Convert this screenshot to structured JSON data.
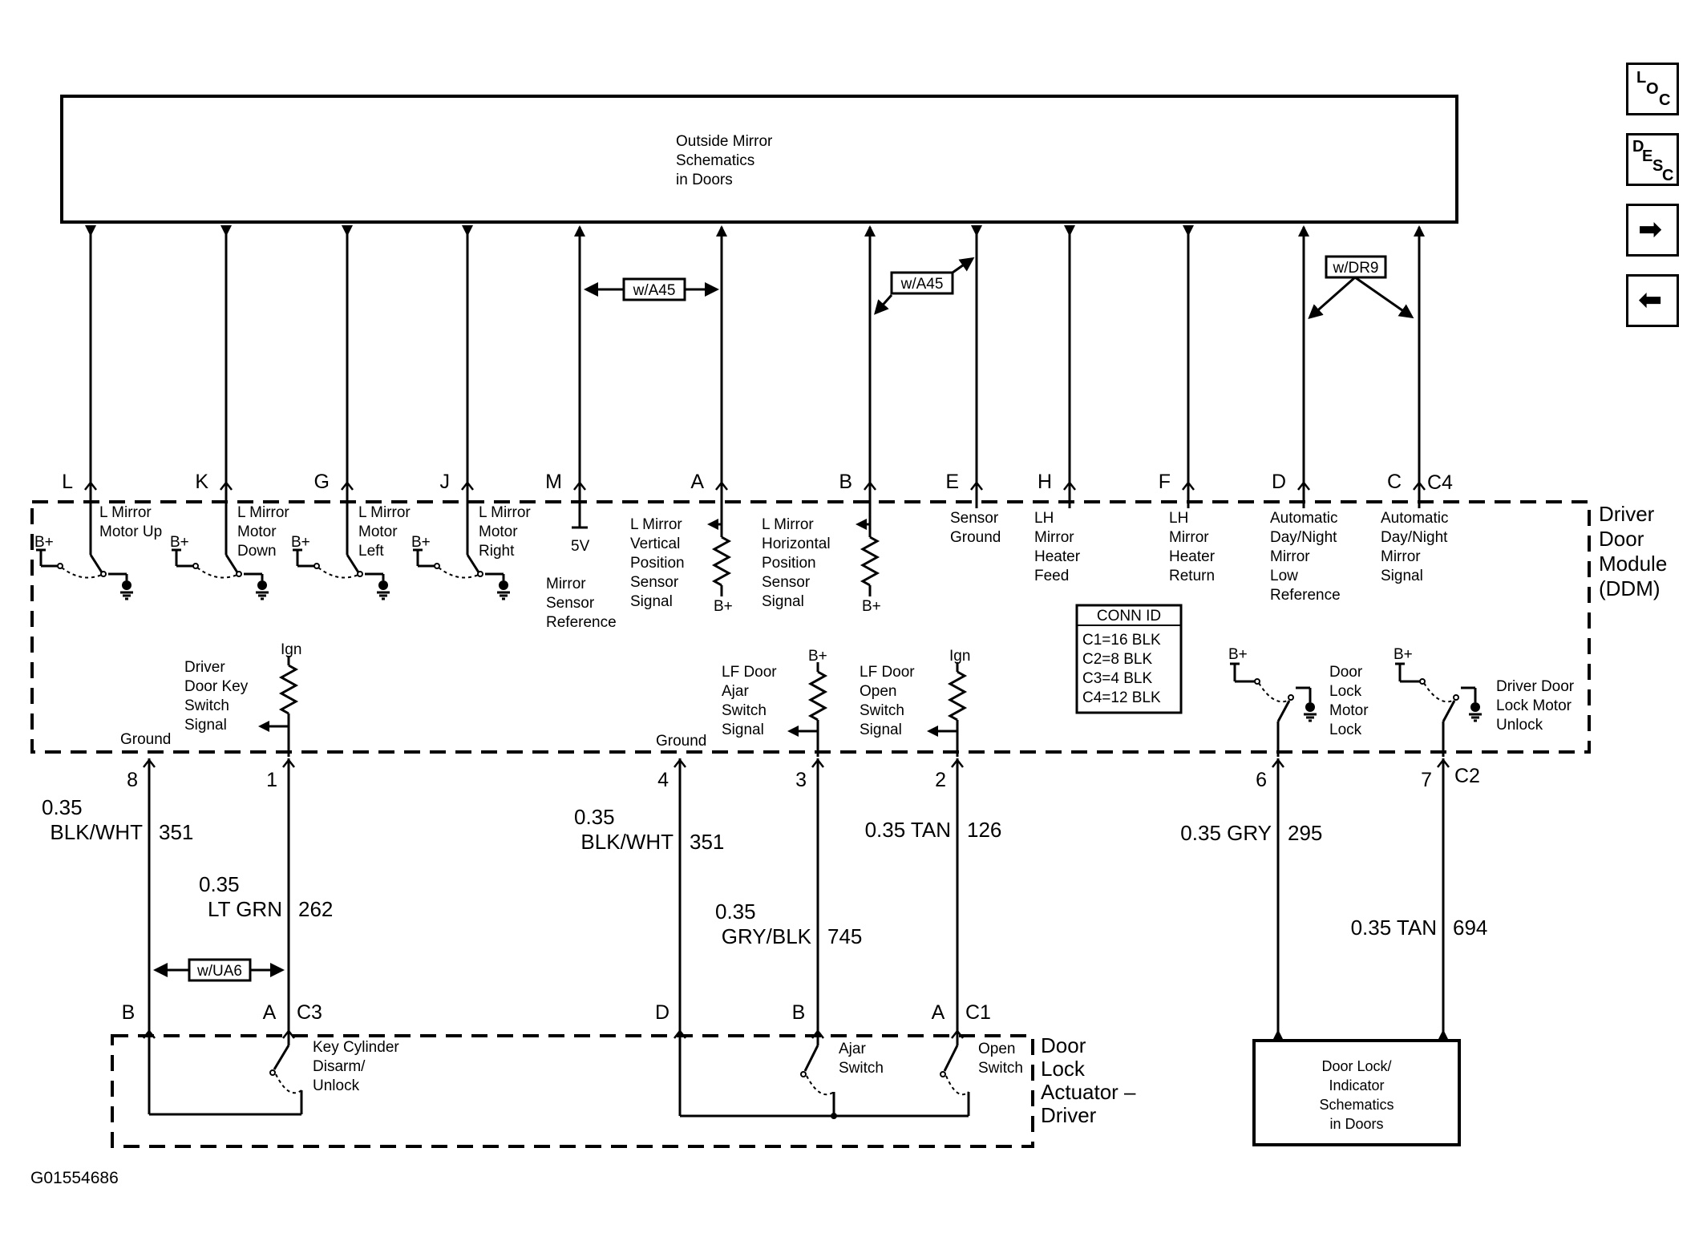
{
  "figure_id": "G01554686",
  "mirror_box": {
    "lines": [
      "Outside Mirror",
      "Schematics",
      "in Doors"
    ]
  },
  "top_pins": [
    {
      "letter": "L",
      "label": [
        "L Mirror",
        "Motor Up"
      ]
    },
    {
      "letter": "K",
      "label": [
        "L Mirror",
        "Motor",
        "Down"
      ]
    },
    {
      "letter": "G",
      "label": [
        "L Mirror",
        "Motor",
        "Left"
      ]
    },
    {
      "letter": "J",
      "label": [
        "L Mirror",
        "Motor",
        "Right"
      ]
    },
    {
      "letter": "M",
      "label": [
        "Mirror",
        "Sensor",
        "Reference"
      ]
    },
    {
      "letter": "A",
      "label": [
        "L Mirror",
        "Vertical",
        "Position",
        "Sensor",
        "Signal"
      ]
    },
    {
      "letter": "B",
      "label": [
        "L Mirror",
        "Horizontal",
        "Position",
        "Sensor",
        "Signal"
      ]
    },
    {
      "letter": "E",
      "label": [
        "Sensor",
        "Ground"
      ]
    },
    {
      "letter": "H",
      "label": [
        "LH",
        "Mirror",
        "Heater",
        "Feed"
      ]
    },
    {
      "letter": "F",
      "label": [
        "LH",
        "Mirror",
        "Heater",
        "Return"
      ]
    },
    {
      "letter": "D",
      "label": [
        "Automatic",
        "Day/Night",
        "Mirror",
        "Low",
        "Reference"
      ]
    },
    {
      "letter": "C",
      "label": [
        "Automatic",
        "Day/Night",
        "Mirror",
        "Signal"
      ]
    }
  ],
  "top_connector": "C4",
  "option_tags": {
    "a45": "w/A45",
    "dr9": "w/DR9",
    "ua6": "w/UA6"
  },
  "supply": {
    "bplus": "B+",
    "ign": "Ign",
    "five_v": "5V",
    "ground": "Ground"
  },
  "module_name": [
    "Driver",
    "Door",
    "Module",
    "(DDM)"
  ],
  "conn_id": {
    "title": "CONN ID",
    "rows": [
      "C1=16 BLK",
      "C2=8 BLK",
      "C3=4 BLK",
      "C4=12 BLK"
    ]
  },
  "ddm_labels": {
    "key_switch": [
      "Driver",
      "Door Key",
      "Switch",
      "Signal"
    ],
    "ajar_signal": [
      "LF Door",
      "Ajar",
      "Switch",
      "Signal"
    ],
    "open_signal": [
      "LF Door",
      "Open",
      "Switch",
      "Signal"
    ],
    "lock_motor": [
      "Door",
      "Lock",
      "Motor",
      "Lock"
    ],
    "unlock_motor": [
      "Driver Door",
      "Lock Motor",
      "Unlock"
    ]
  },
  "bottom_pins": [
    {
      "num": "8",
      "gauge": "0.35",
      "color": "BLK/WHT",
      "circuit": "351"
    },
    {
      "num": "1",
      "gauge": "0.35",
      "color": "LT GRN",
      "circuit": "262"
    },
    {
      "num": "4",
      "gauge": "0.35",
      "color": "BLK/WHT",
      "circuit": "351"
    },
    {
      "num": "3",
      "gauge": "0.35",
      "color": "GRY/BLK",
      "circuit": "745"
    },
    {
      "num": "2",
      "wire": "0.35 TAN",
      "circuit": "126"
    },
    {
      "num": "6",
      "wire": "0.35 GRY",
      "circuit": "295"
    },
    {
      "num": "7",
      "wire": "0.35 TAN",
      "circuit": "694"
    }
  ],
  "bottom_connectors": {
    "c2": "C2",
    "c3": "C3",
    "c1": "C1"
  },
  "actuator_pins": {
    "c3_b": "B",
    "c3_a": "A",
    "c1_d": "D",
    "c1_b": "B",
    "c1_a": "A"
  },
  "actuator": {
    "name": [
      "Door",
      "Lock",
      "Actuator –",
      "Driver"
    ],
    "key_cylinder": [
      "Key Cylinder",
      "Disarm/",
      "Unlock"
    ],
    "ajar": [
      "Ajar",
      "Switch"
    ],
    "open": [
      "Open",
      "Switch"
    ]
  },
  "lock_indicator_box": {
    "lines": [
      "Door Lock/",
      "Indicator",
      "Schematics",
      "in Doors"
    ]
  },
  "nav_buttons": [
    {
      "name": "loc-button",
      "parts": [
        "L",
        "O",
        "C"
      ]
    },
    {
      "name": "desc-button",
      "parts": [
        "D",
        "E",
        "S",
        "C"
      ]
    },
    {
      "name": "next-button",
      "glyph": "➡"
    },
    {
      "name": "prev-button",
      "glyph": "⬅"
    }
  ]
}
